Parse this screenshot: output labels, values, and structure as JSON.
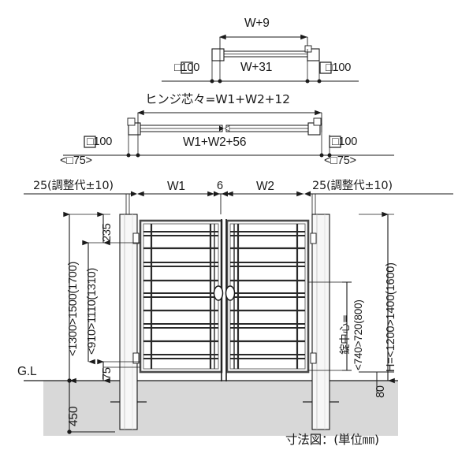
{
  "drawing": {
    "caption": "寸法図：(単位㎜)",
    "unit_note": "mm"
  },
  "plan_top": {
    "overall_dim": "W+9",
    "inner_dim": "W+31",
    "post_left": "□100",
    "post_right": "□100"
  },
  "plan_middle": {
    "hinge_dim": "ヒンジ芯々=W1+W2+12",
    "inner_dim": "W1+W2+56",
    "post_left": "□100",
    "post_right": "□100",
    "post_alt_left": "<□75>",
    "post_alt_right": "<□75>"
  },
  "width_dims": {
    "left_margin": "25(調整代±10)",
    "leaf_left": "W1",
    "gap": "6",
    "leaf_right": "W2",
    "right_margin": "25(調整代±10)"
  },
  "height_dims_left": {
    "top_panel": "235",
    "panel_height": "<910>1110(1310)",
    "total_height": "<1300>1500(1700)",
    "bottom_gap": "75",
    "buried_depth": "450",
    "ground_line": "G.L"
  },
  "height_dims_right": {
    "lock_center_label": "錠中心=",
    "lock_center_value": "<740>720(800)",
    "overall": "H=<1200>1400(1600)",
    "ground_clearance": "80"
  },
  "colors": {
    "line": "#1a1a1a",
    "ground_fill": "#d8d8d8",
    "post_fill": "#f2f2f2",
    "panel_frame": "#4a4a4a",
    "slat": "#2a2a2a"
  }
}
